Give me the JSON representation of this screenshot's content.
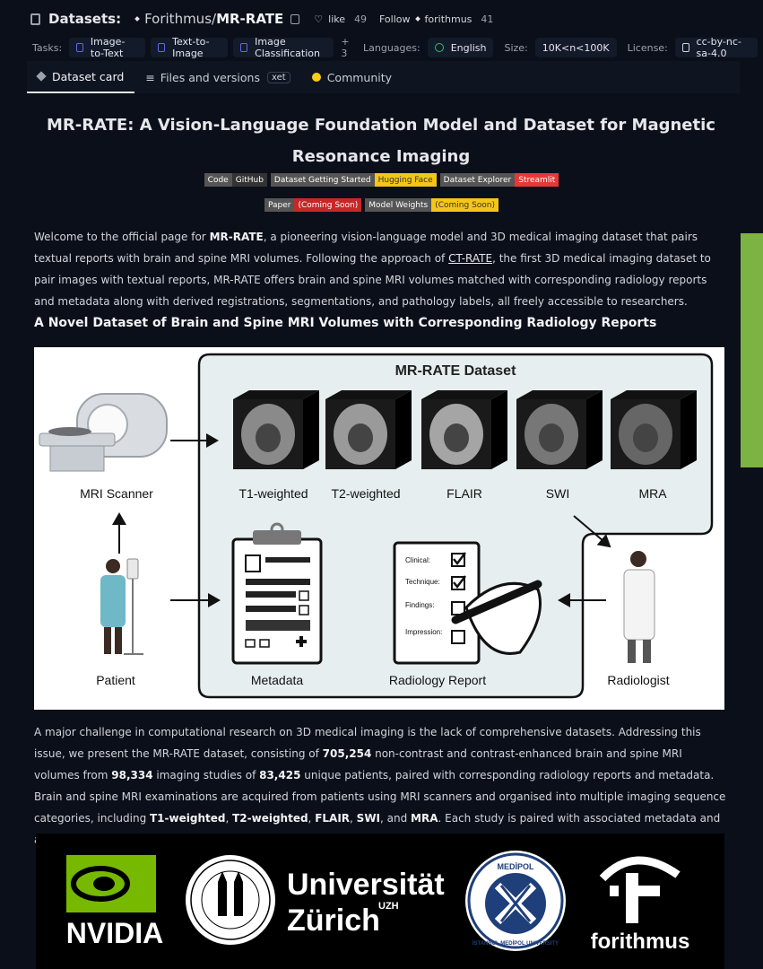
{
  "header": {
    "section_label": "Datasets:",
    "owner": "Forithmus",
    "separator": "/",
    "repo": "MR-RATE",
    "like_label": "like",
    "like_count": "49",
    "follow_label": "Follow",
    "follow_org": "forithmus",
    "follow_count": "41"
  },
  "tasks": {
    "label": "Tasks:",
    "items": [
      "Image-to-Text",
      "Text-to-Image",
      "Image Classification"
    ],
    "more": "+ 3",
    "languages_label": "Languages:",
    "language": "English",
    "size_label": "Size:",
    "size": "10K<n<100K",
    "license_label": "License:",
    "license": "cc-by-nc-sa-4.0"
  },
  "tabs": {
    "dataset_card": "Dataset card",
    "files": "Files and versions",
    "xet": "xet",
    "community": "Community"
  },
  "card": {
    "title": "MR-RATE: A Vision-Language Foundation Model and Dataset for Magnetic Resonance Imaging",
    "badges_row1": [
      {
        "left": "Code",
        "right": "GitHub",
        "color": "#333333"
      },
      {
        "left": "Dataset Getting Started",
        "right": "Hugging Face",
        "color": "#f5c518"
      },
      {
        "left": "Dataset Explorer",
        "right": "Streamlit",
        "color": "#e53935"
      }
    ],
    "badges_row2": [
      {
        "left": "Paper",
        "right": "(Coming Soon)",
        "color": "#c62828"
      },
      {
        "left": "Model Weights",
        "right": "(Coming Soon)",
        "color": "#f5c518"
      }
    ],
    "intro": {
      "p1": "Welcome to the official page for ",
      "b1": "MR-RATE",
      "p2": ", a pioneering vision-language model and 3D medical imaging dataset that pairs textual reports with brain and spine MRI volumes. Following the approach of ",
      "link": "CT-RATE",
      "p3": ", the first 3D medical imaging dataset to pair images with textual reports, MR-RATE offers brain and spine MRI volumes matched with corresponding radiology reports and metadata along with derived registrations, segmentations, and pathology labels, all freely accessible to researchers."
    },
    "heading": "A Novel Dataset of Brain and Spine MRI Volumes with Corresponding Radiology Reports",
    "figure": {
      "dataset_title": "MR-RATE Dataset",
      "sequences": [
        "T1-weighted",
        "T2-weighted",
        "FLAIR",
        "SWI",
        "MRA"
      ],
      "scanner": "MRI Scanner",
      "patient": "Patient",
      "metadata": "Metadata",
      "report": "Radiology Report",
      "radiologist": "Radiologist",
      "report_fields": [
        "Clinical:",
        "Technique:",
        "Findings:",
        "Impression:"
      ]
    },
    "body": {
      "t1": "A major challenge in computational research on 3D medical imaging is the lack of comprehensive datasets. Addressing this issue, we present the MR-RATE dataset, consisting of ",
      "n1": "705,254",
      "t2": " non-contrast and contrast-enhanced brain and spine MRI volumes from ",
      "n2": "98,334",
      "t3": " imaging studies of ",
      "n3": "83,425",
      "t4": " unique patients, paired with corresponding radiology reports and metadata. Brain and spine MRI examinations are acquired from patients using MRI scanners and organised into multiple imaging sequence categories, including ",
      "s1": "T1-weighted",
      "c1": ", ",
      "s2": "T2-weighted",
      "c2": ", ",
      "s3": "FLAIR",
      "c3": ", ",
      "s4": "SWI",
      "c4": ", and ",
      "s5": "MRA",
      "t5": ". Each study is paired with associated metadata and a radiology report, which is produced"
    },
    "logos": {
      "nvidia": "NVIDIA",
      "uzh_line1": "Universität",
      "uzh_line2": "Zürich",
      "uzh_sup": "UZH",
      "medipol": "MEDİPOL",
      "medipol_ring": "İSTANBUL MEDİPOL UNIVERSITY",
      "forithmus": "forithmus"
    }
  }
}
